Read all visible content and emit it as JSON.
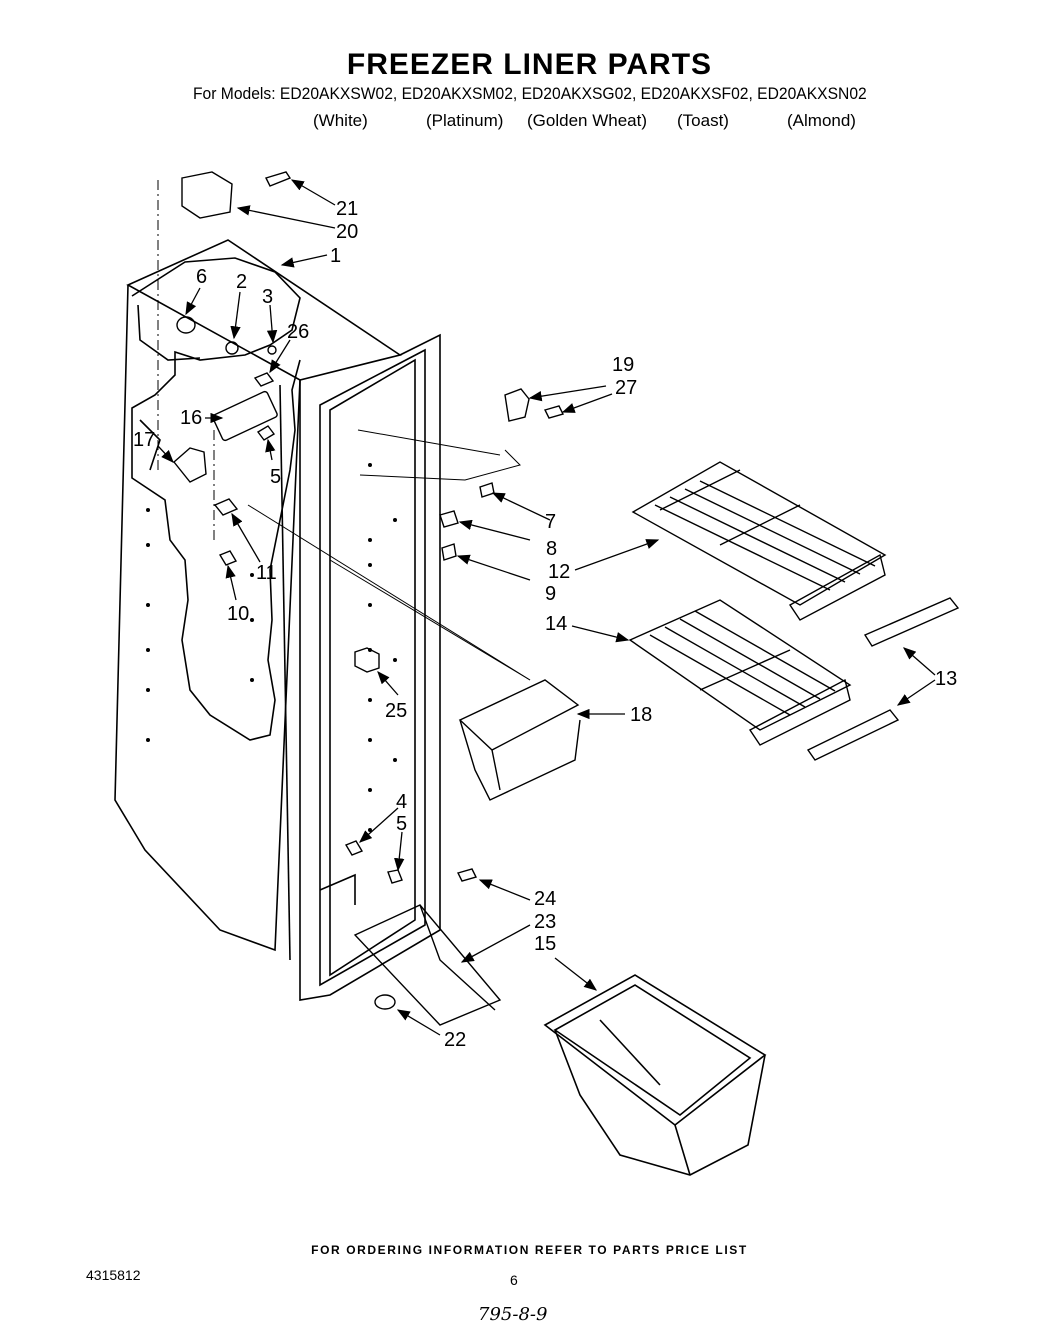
{
  "title": "FREEZER LINER PARTS",
  "models_line": "For Models: ED20AKXSW02, ED20AKXSM02, ED20AKXSG02, ED20AKXSF02, ED20AKXSN02",
  "colors": [
    "(White)",
    "(Platinum)",
    "(Golden Wheat)",
    "(Toast)",
    "(Almond)"
  ],
  "callouts": {
    "c1": "1",
    "c2": "2",
    "c3": "3",
    "c4": "4",
    "c5a": "5",
    "c5b": "5",
    "c6": "6",
    "c7": "7",
    "c8": "8",
    "c9": "9",
    "c10": "10",
    "c11": "11",
    "c12": "12",
    "c13": "13",
    "c14": "14",
    "c15": "15",
    "c16": "16",
    "c17": "17",
    "c18": "18",
    "c19": "19",
    "c20": "20",
    "c21": "21",
    "c22": "22",
    "c23": "23",
    "c24": "24",
    "c25": "25",
    "c26": "26",
    "c27": "27"
  },
  "footer": "FOR ORDERING INFORMATION REFER TO PARTS PRICE LIST",
  "doc_number": "4315812",
  "page_number": "6",
  "handwritten_note": "795-8-9"
}
